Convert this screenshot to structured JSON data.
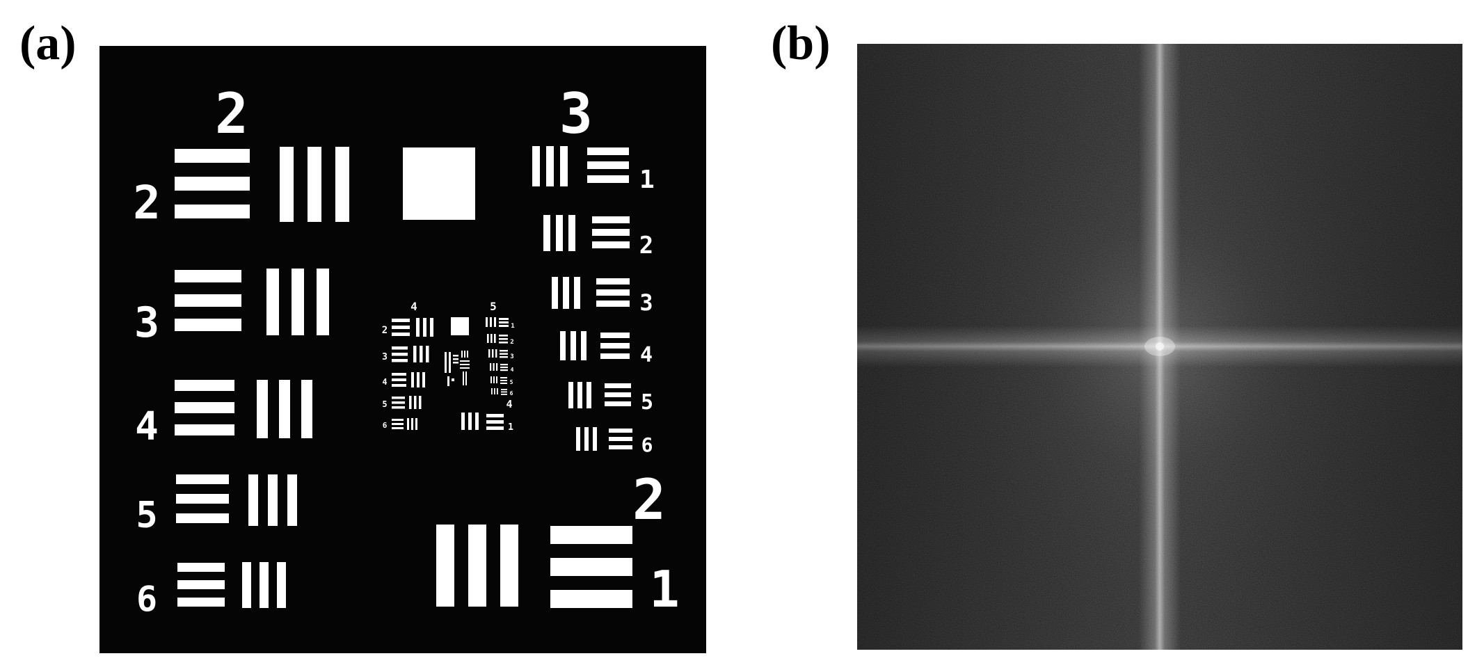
{
  "panels": {
    "a": {
      "label": "(a)"
    },
    "b": {
      "label": "(b)"
    }
  },
  "target": {
    "group_numbers": {
      "top_left": "2",
      "top_right": "3",
      "bottom_right": "2",
      "inner_left": "4",
      "inner_right": "5",
      "inner_lower": "4"
    },
    "left_column": [
      "2",
      "3",
      "4",
      "5",
      "6"
    ],
    "right_column": [
      "1",
      "2",
      "3",
      "4",
      "5",
      "6"
    ],
    "bottom_element": "1",
    "inner_left_column": [
      "2",
      "3",
      "4",
      "5",
      "6"
    ],
    "inner_right_column": [
      "1",
      "2",
      "3",
      "4",
      "5",
      "6"
    ],
    "inner_lower_element": "1"
  },
  "colors": {
    "target_background": "#050505",
    "bars": "#ffffff",
    "spectrum_background": "#2a2a2a"
  }
}
